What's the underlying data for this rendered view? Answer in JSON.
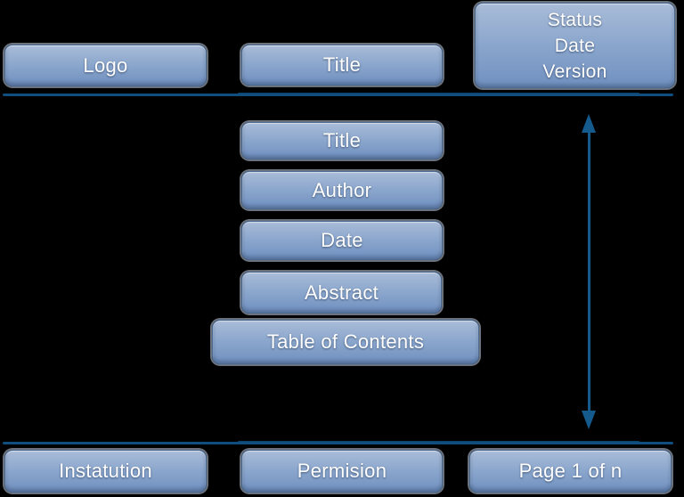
{
  "colors": {
    "background": "#000000",
    "box_top": "#a9bcd8",
    "box_mid": "#89a5cc",
    "box_bottom": "#7190c0",
    "box_border": "#4a6b94",
    "box_outline": "#c2cfe0",
    "rule": "#0f4e7e",
    "arrow": "#155a8d",
    "label_text": "#ffffff"
  },
  "header": {
    "logo": "Logo",
    "title": "Title",
    "status_lines": [
      "Status",
      "Date",
      "Version"
    ]
  },
  "body": {
    "title": "Title",
    "author": "Author",
    "date": "Date",
    "abstract": "Abstract",
    "toc": "Table of Contents"
  },
  "footer": {
    "institution": "Instatution",
    "permission": "Permision",
    "page": "Page 1 of n"
  }
}
